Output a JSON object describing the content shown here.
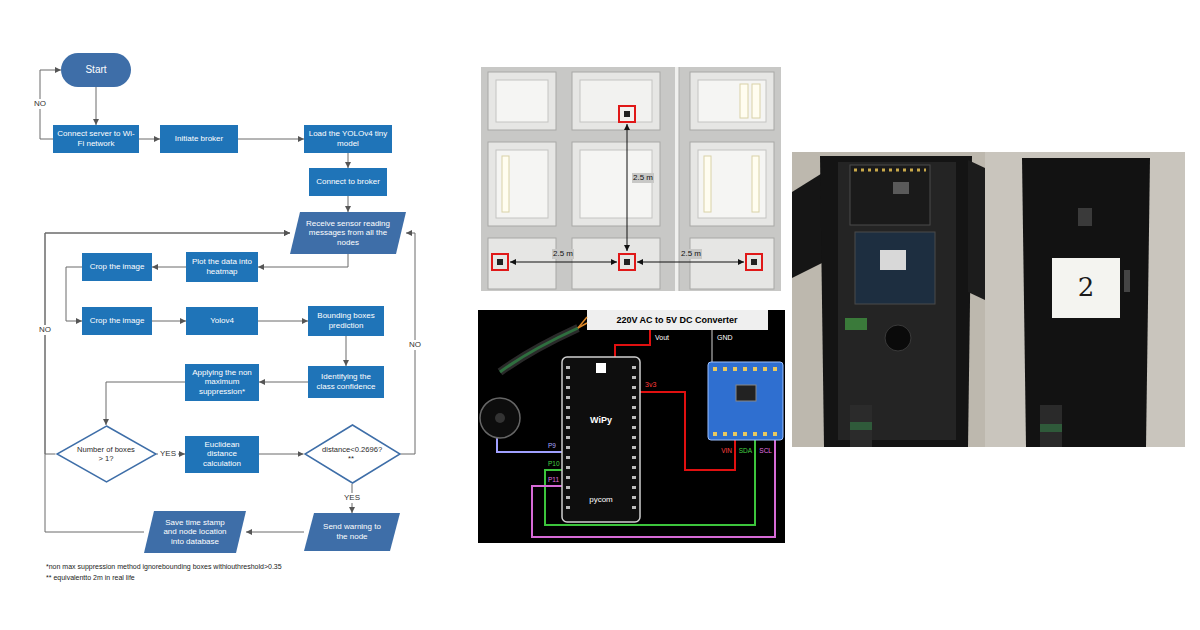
{
  "diagram": {
    "nodes": [
      {
        "text": [
          "Start"
        ]
      },
      {
        "text": [
          "Connect server to Wi-Fi network"
        ]
      },
      {
        "text": [
          "Initiate broker"
        ]
      },
      {
        "text": [
          "Load the YOLOv4 tiny model"
        ]
      },
      {
        "text": [
          "Connect to broker"
        ]
      },
      {
        "text": [
          "Receive sensor reading messages from all the nodes"
        ]
      },
      {
        "text": [
          "Plot the data into heatmap"
        ]
      },
      {
        "text": [
          "Crop the image"
        ]
      },
      {
        "text": [
          "Crop the image"
        ]
      },
      {
        "text": [
          "Yolov4"
        ]
      },
      {
        "text": [
          "Bounding boxes prediction"
        ]
      },
      {
        "text": [
          "Identifying the class confidence"
        ]
      },
      {
        "text": [
          "Applying the non maximum suppression*"
        ]
      },
      {
        "text": [
          "Number of boxes > 1?"
        ]
      },
      {
        "text": [
          "Euclidean distance calculation"
        ]
      },
      {
        "text": [
          "distance<0.2696? **"
        ]
      },
      {
        "text": [
          "Send warning to the node"
        ]
      },
      {
        "text": [
          "Save time stamp and node location into database"
        ]
      }
    ],
    "edges": [
      {
        "from": 0,
        "to": 1,
        "arrow": "to"
      },
      {
        "from": 1,
        "to": 0,
        "label": "NO",
        "arrow": "to"
      },
      {
        "from": 1,
        "to": 2,
        "arrow": "to"
      },
      {
        "from": 2,
        "to": 3,
        "arrow": "to"
      },
      {
        "from": 3,
        "to": 4,
        "arrow": "to"
      },
      {
        "from": 4,
        "to": 5,
        "arrow": "to"
      },
      {
        "from": 5,
        "to": 6,
        "arrow": "to"
      },
      {
        "from": 6,
        "to": 7,
        "arrow": "to"
      },
      {
        "from": 7,
        "to": 8,
        "arrow": "to"
      },
      {
        "from": 8,
        "to": 9,
        "arrow": "to"
      },
      {
        "from": 9,
        "to": 10,
        "arrow": "to"
      },
      {
        "from": 10,
        "to": 11,
        "arrow": "to"
      },
      {
        "from": 11,
        "to": 12,
        "arrow": "to"
      },
      {
        "from": 12,
        "to": 13,
        "arrow": "to"
      },
      {
        "from": 13,
        "to": 14,
        "label": "YES",
        "arrow": "to"
      },
      {
        "from": 14,
        "to": 15,
        "arrow": "to"
      },
      {
        "from": 15,
        "to": 16,
        "label": "YES",
        "arrow": "to"
      },
      {
        "from": 16,
        "to": 17,
        "arrow": "to"
      },
      {
        "from": 17,
        "to": 5,
        "arrow": "to"
      },
      {
        "from": 13,
        "to": 5,
        "label": "NO",
        "arrow": "to"
      },
      {
        "from": 15,
        "to": 5,
        "label": "NO",
        "arrow": "to"
      }
    ],
    "labels": [
      "*non max suppression method ignorebounding boxes withiouthreshold>0.35",
      "** equivalentto 2m in real life",
      "2.5 m",
      "2.5 m",
      "2.5 m",
      "220V AC to 5V DC Converter",
      "Vout",
      "GND",
      "3v3",
      "P9",
      "P10",
      "P11",
      "VIN",
      "SDA",
      "SCL",
      "WiPy",
      "pycom",
      "2"
    ]
  }
}
